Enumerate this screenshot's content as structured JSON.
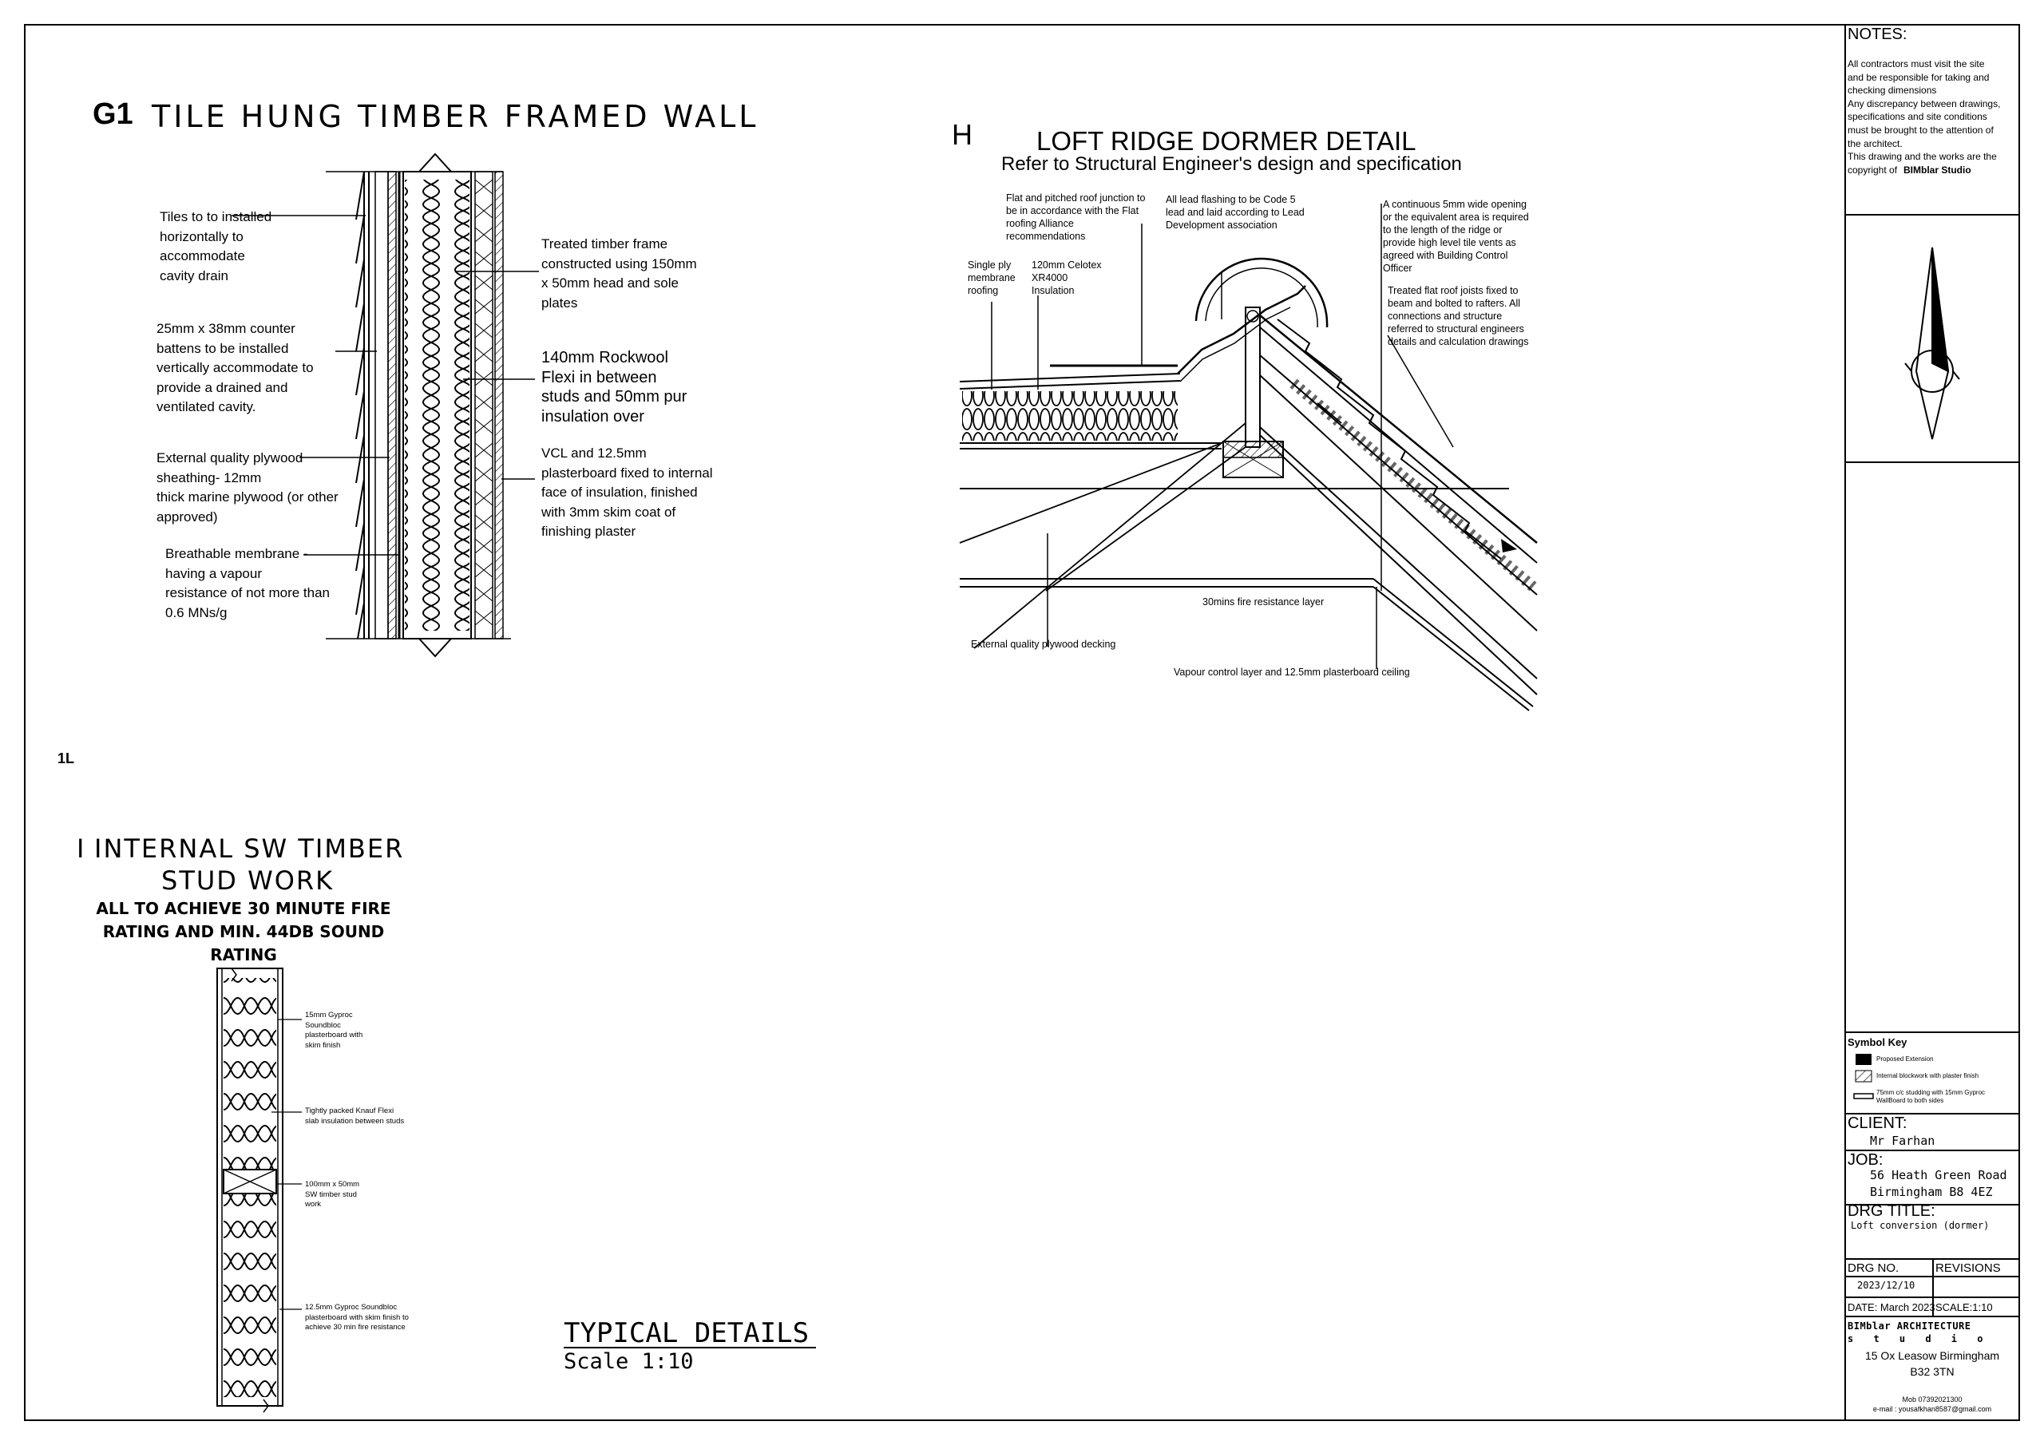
{
  "detail_g1": {
    "number": "G1",
    "title": "TILE HUNG TIMBER FRAMED WALL",
    "labels": {
      "tiles": "Tiles to to installed\nhorizontally to\naccommodate\ncavity drain",
      "battens": "25mm x 38mm counter\nbattens to be installed\nvertically accommodate to\nprovide a drained and\nventilated cavity.",
      "plywood": "External quality plywood\nsheathing- 12mm\nthick marine plywood (or other\napproved)",
      "membrane": "Breathable membrane -\nhaving a vapour\nresistance of not more than\n0.6 MNs/g",
      "frame": "Treated timber frame\nconstructed using  150mm\nx 50mm head and sole\nplates",
      "rockwool": "140mm Rockwool\nFlexi in between\nstuds and 50mm pur\ninsulation over",
      "vcl": "VCL and 12.5mm\nplasterboard fixed to internal\nface of insulation, finished\nwith 3mm skim coat of\nfinishing plaster"
    }
  },
  "detail_h": {
    "letter": "H",
    "title": "LOFT RIDGE DORMER DETAIL",
    "subtitle": "Refer to Structural Engineer's design and specification",
    "labels": {
      "flat_junction": "Flat and pitched roof junction to\nbe in accordance with the Flat\nroofing Alliance\nrecommendations",
      "lead": "All lead flashing to be Code 5\nlead and laid according to Lead\nDevelopment association",
      "opening": "A continuous 5mm wide opening\nor the equivalent area is required\nto the length of the ridge or\nprovide high level tile vents as\nagreed with Building Control\nOfficer",
      "single_ply": "Single ply\nmembrane\nroofing",
      "celotex": "120mm Celotex\nXR4000\nInsulation",
      "joists": "Treated flat roof joists fixed to\nbeam and bolted to rafters. All\nconnections and structure\nreferred to structural engineers\ndetails and calculation drawings",
      "fire_layer": "30mins fire resistance layer",
      "decking": "External quality plywood decking",
      "vapour": "Vapour control layer and 12.5mm plasterboard ceiling"
    }
  },
  "stray_mark": "1L",
  "detail_i": {
    "letter": "I",
    "title_line1": "INTERNAL SW TIMBER",
    "title_line2": "STUD WORK",
    "subtitle": "ALL TO ACHIEVE 30 MINUTE FIRE\nRATING AND MIN. 44DB SOUND\nRATING",
    "labels": {
      "gyproc15": "15mm Gyproc\nSoundbloc\nplasterboard with\nskim finish",
      "knauf": "Tightly packed Knauf Flexi\nslab insulation between studs",
      "studs": "100mm x 50mm\nSW timber stud\nwork",
      "gyproc125": "12.5mm Gyproc Soundbloc\nplasterboard with skim finish to\nachieve 30 min fire resistance"
    }
  },
  "footer": {
    "title": "TYPICAL DETAILS",
    "scale": "Scale 1:10"
  },
  "title_block": {
    "notes_heading": "NOTES:",
    "notes_body": "All contractors must visit the site\nand be responsible for taking and\nchecking dimensions\nAny discrepancy between drawings,\nspecifications and site conditions\nmust be brought to the attention of\nthe architect.\nThis drawing and the works are the\ncopyright of",
    "notes_brand": "BIMblar Studio",
    "symbol_key_heading": "Symbol Key",
    "symbols": [
      "Proposed Extension",
      "Internal blockwork with plaster finish",
      "75mm c/c studding with 15mm Gyproc\nWallBoard to both sides"
    ],
    "client_heading": "CLIENT:",
    "client_value": "Mr Farhan",
    "job_heading": "JOB:",
    "job_value": "56 Heath Green Road\nBirmingham B8 4EZ",
    "drg_title_heading": "DRG TITLE:",
    "drg_title_value": "Loft conversion (dormer)",
    "drg_no_heading": "DRG NO.",
    "revisions_heading": "REVISIONS",
    "drg_no_value": "2023/12/10",
    "date_text": "DATE: March 2023",
    "scale_text": "SCALE:1:10",
    "studio_line1": "BIMblar ARCHITECTURE",
    "studio_line2": "s t u d i o",
    "address_line1": "15 Ox Leasow Birmingham",
    "address_line2": "B32 3TN",
    "mob": "Mob 07392021300",
    "email": "e-mail : yousafkhan8587@gmail.com"
  }
}
